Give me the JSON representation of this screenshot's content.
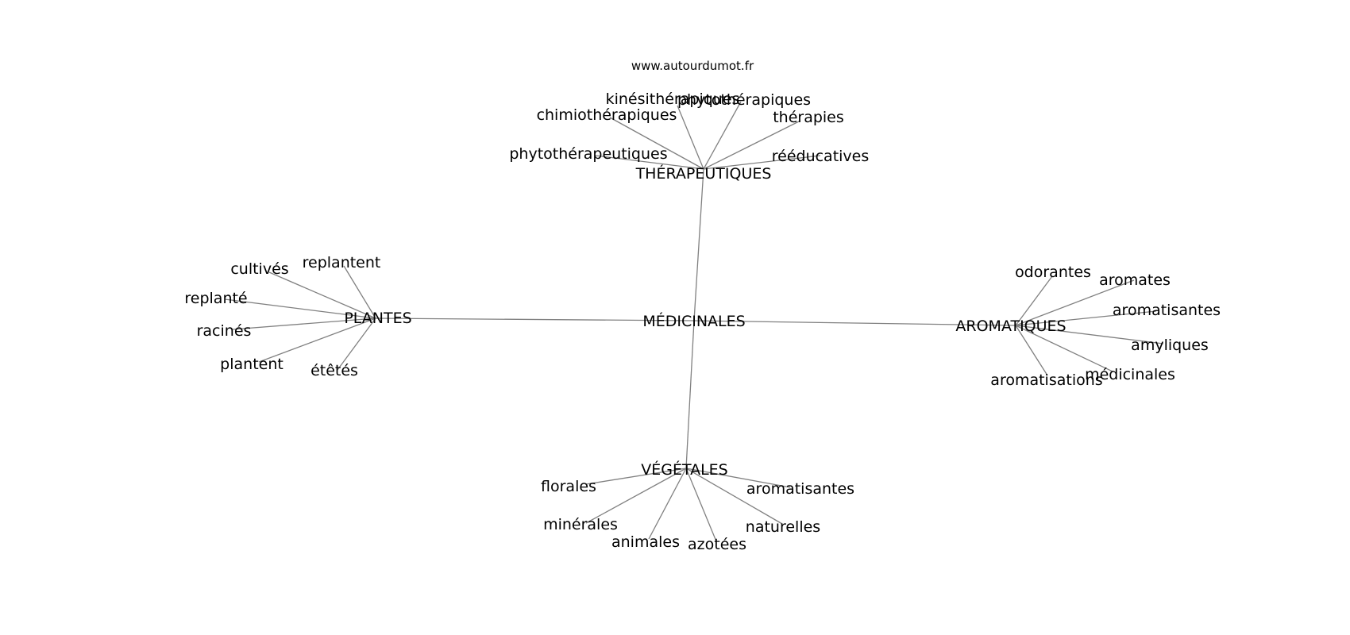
{
  "source": "www.autourdumot.fr",
  "center": "MÉDICINALES",
  "clusters": [
    {
      "id": "therapeutiques",
      "hub": "THÉRAPEUTIQUES",
      "leaves": [
        "kinésithérapiques",
        "phytothérapiques",
        "chimiothérapiques",
        "thérapies",
        "phytothérapeutiques",
        "rééducatives"
      ]
    },
    {
      "id": "plantes",
      "hub": "PLANTES",
      "leaves": [
        "cultivés",
        "replantent",
        "replanté",
        "racinés",
        "plantent",
        "étêtés"
      ]
    },
    {
      "id": "aromatiques",
      "hub": "AROMATIQUES",
      "leaves": [
        "odorantes",
        "aromates",
        "aromatisantes",
        "amyliques",
        "médicinales",
        "aromatisations"
      ]
    },
    {
      "id": "vegetales",
      "hub": "VÉGÉTALES",
      "leaves": [
        "florales",
        "aromatisantes",
        "minérales",
        "naturelles",
        "animales",
        "azotées"
      ]
    }
  ],
  "colors": {
    "edge": "#808080",
    "text": "#000000",
    "background": "#ffffff"
  }
}
